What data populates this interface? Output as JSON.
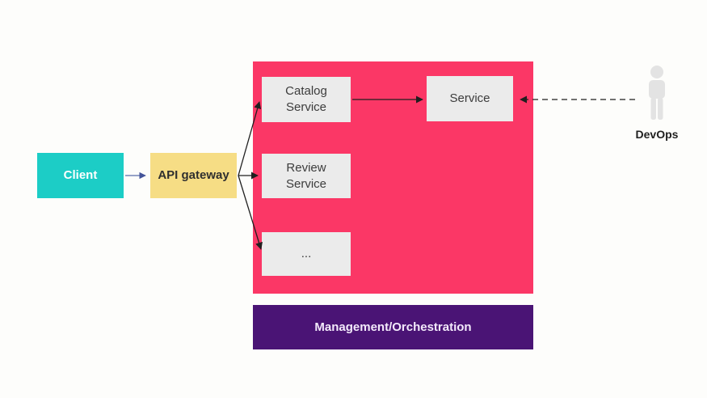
{
  "diagram": {
    "client": {
      "label": "Client"
    },
    "api_gateway": {
      "label": "API gateway"
    },
    "services_container": {
      "catalog_service": {
        "label": "Catalog Service"
      },
      "review_service": {
        "label": "Review Service"
      },
      "more_services": {
        "label": "..."
      },
      "service": {
        "label": "Service"
      }
    },
    "management_bar": {
      "label": "Management/Orchestration"
    },
    "devops": {
      "label": "DevOps"
    }
  },
  "edges": [
    {
      "from": "client",
      "to": "api_gateway",
      "style": "solid",
      "color_role": "client_edge_color"
    },
    {
      "from": "api_gateway",
      "to": "catalog_service",
      "style": "solid",
      "color_role": "edge_color"
    },
    {
      "from": "api_gateway",
      "to": "review_service",
      "style": "solid",
      "color_role": "edge_color"
    },
    {
      "from": "api_gateway",
      "to": "more_services",
      "style": "solid",
      "color_role": "edge_color"
    },
    {
      "from": "catalog_service",
      "to": "service",
      "style": "solid",
      "color_role": "edge_color"
    },
    {
      "from": "devops",
      "to": "service",
      "style": "dashed",
      "color_role": "edge_color"
    }
  ],
  "colors": {
    "background": "#fdfdfb",
    "client_bg": "#1ccdc6",
    "client_text": "#ffffff",
    "gateway_bg": "#f6dd85",
    "gateway_text": "#2f2f2f",
    "container_bg": "#fb3766",
    "inner_box_bg": "#ebebeb",
    "inner_box_text": "#3c3c3c",
    "management_bg": "#4a1475",
    "management_text": "#f3eafb",
    "edge_color": "#1f1f1f",
    "client_edge_color": "#5a6da8",
    "devops_icon_color": "#e3e3e3",
    "devops_text": "#1f1f1f"
  }
}
